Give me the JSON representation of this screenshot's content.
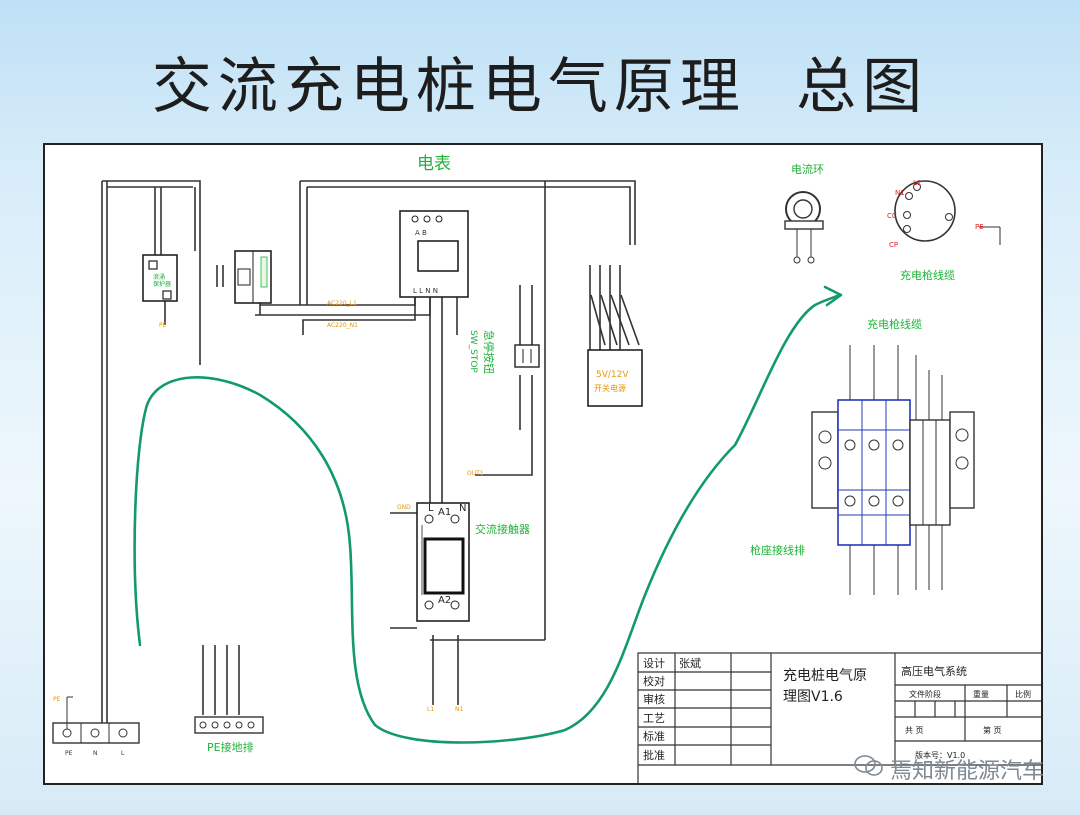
{
  "title": "交流充电桩电气原理  总图",
  "colors": {
    "label_green": "#1fb23a",
    "label_orange": "#e6960a",
    "curve": "#129a6a",
    "line": "#333333"
  },
  "labels": {
    "meter_title": "电表",
    "ring_title": "电流环",
    "gun_cable_title": "充电枪线缆",
    "gun_cable_title2": "充电枪线缆",
    "estop": "急停按钮",
    "estop_code": "SW_STOP",
    "contactor": "交流接触器",
    "contactor_a1": "A1",
    "contactor_a2": "A2",
    "contactor_l": "L",
    "contactor_n": "N",
    "psu_line1": "5V/12V",
    "psu_line2": "开关电源",
    "socket_terminal": "枪座接线排",
    "pe_bar": "PE接地排",
    "ac_l1": "AC220_L1",
    "ac_n1": "AC220_N1",
    "out1": "OUT1",
    "gnd": "GND",
    "l1_bottom": "L1",
    "n1_bottom": "N1",
    "pe_left": "PE",
    "pe_right": "PE",
    "bottom_pe": "PE",
    "bottom_n": "N",
    "bottom_l": "L",
    "pin_n1": "N1",
    "pin_l1": "L1",
    "pin_cc": "CC",
    "pin_cp": "CP",
    "pin_pe": "PE",
    "meter_ab": "A  B",
    "meter_pins": "L  L  N  N"
  },
  "title_block": {
    "rows": [
      "设计",
      "校对",
      "审核",
      "工艺",
      "标准",
      "批准"
    ],
    "designer": "张斌",
    "drawing_name_1": "充电桩电气原",
    "drawing_name_2": "理图V1.6",
    "system": "高压电气系统",
    "col_stage": "文件阶段",
    "col_weight": "重量",
    "col_scale": "比例",
    "total_pages": "共    页",
    "page_no": "第    页",
    "version": "版本号：V1.0"
  },
  "watermark": "焉知新能源汽车"
}
